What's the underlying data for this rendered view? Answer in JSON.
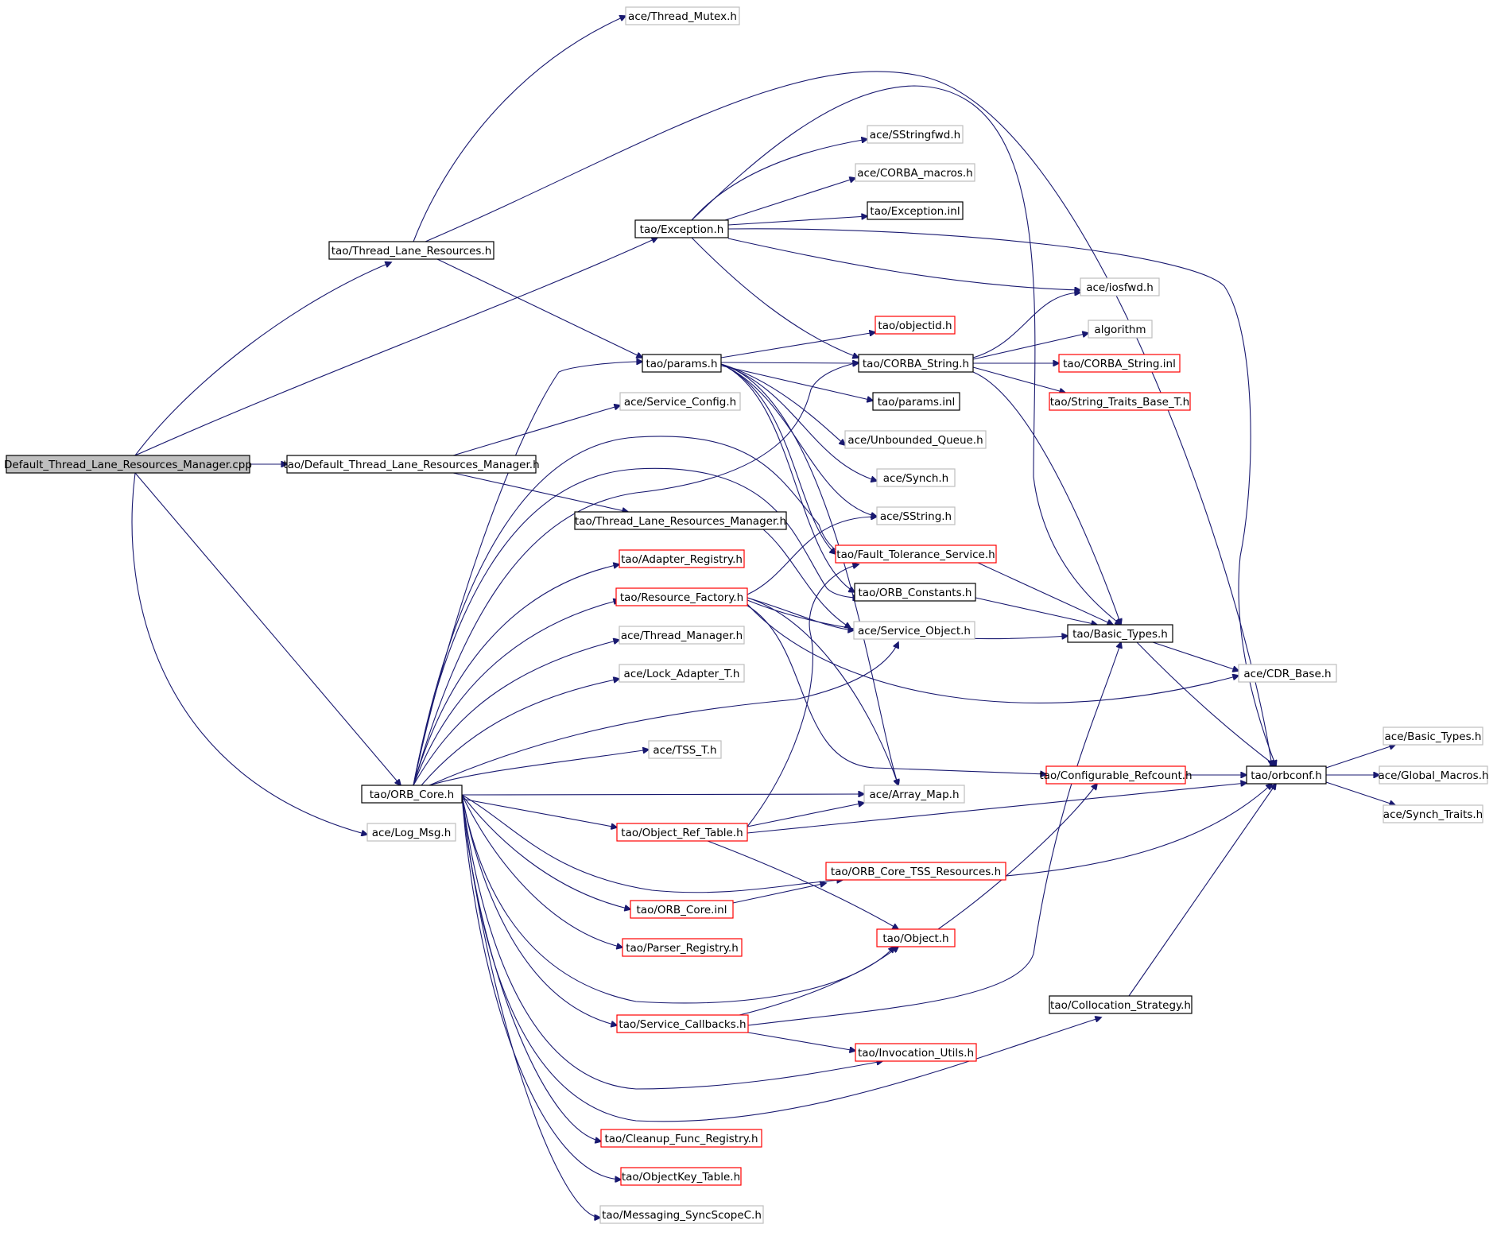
{
  "colors": {
    "edge": "#191970",
    "border_normal": "#000000",
    "border_external": "#bfbfbf",
    "border_truncated": "#ff0000",
    "root_fill": "#bfbfbf",
    "fill": "#ffffff"
  },
  "nodes": [
    {
      "id": "root",
      "label": "Default_Thread_Lane_Resources_Manager.cpp",
      "style": "root"
    },
    {
      "id": "tlr",
      "label": "tao/Thread_Lane_Resources.h",
      "style": "normal"
    },
    {
      "id": "dtlrm",
      "label": "tao/Default_Thread_Lane_Resources_Manager.h",
      "style": "normal"
    },
    {
      "id": "orbcore",
      "label": "tao/ORB_Core.h",
      "style": "normal"
    },
    {
      "id": "logmsg",
      "label": "ace/Log_Msg.h",
      "style": "external"
    },
    {
      "id": "mutex",
      "label": "ace/Thread_Mutex.h",
      "style": "external"
    },
    {
      "id": "exception",
      "label": "tao/Exception.h",
      "style": "normal"
    },
    {
      "id": "params",
      "label": "tao/params.h",
      "style": "normal"
    },
    {
      "id": "svcconfig",
      "label": "ace/Service_Config.h",
      "style": "external"
    },
    {
      "id": "tlrm",
      "label": "tao/Thread_Lane_Resources_Manager.h",
      "style": "normal"
    },
    {
      "id": "adapter",
      "label": "tao/Adapter_Registry.h",
      "style": "truncated"
    },
    {
      "id": "resfact",
      "label": "tao/Resource_Factory.h",
      "style": "truncated"
    },
    {
      "id": "thrmgr",
      "label": "ace/Thread_Manager.h",
      "style": "external"
    },
    {
      "id": "lockadapter",
      "label": "ace/Lock_Adapter_T.h",
      "style": "external"
    },
    {
      "id": "tss",
      "label": "ace/TSS_T.h",
      "style": "external"
    },
    {
      "id": "objreftable",
      "label": "tao/Object_Ref_Table.h",
      "style": "truncated"
    },
    {
      "id": "orbcoreinl",
      "label": "tao/ORB_Core.inl",
      "style": "truncated"
    },
    {
      "id": "parser",
      "label": "tao/Parser_Registry.h",
      "style": "truncated"
    },
    {
      "id": "svccb",
      "label": "tao/Service_Callbacks.h",
      "style": "truncated"
    },
    {
      "id": "cleanup",
      "label": "tao/Cleanup_Func_Registry.h",
      "style": "truncated"
    },
    {
      "id": "objkey",
      "label": "tao/ObjectKey_Table.h",
      "style": "truncated"
    },
    {
      "id": "syncscope",
      "label": "tao/Messaging_SyncScopeC.h",
      "style": "external"
    },
    {
      "id": "sstringfwd",
      "label": "ace/SStringfwd.h",
      "style": "external"
    },
    {
      "id": "corbamacros",
      "label": "ace/CORBA_macros.h",
      "style": "external"
    },
    {
      "id": "exceptioninl",
      "label": "tao/Exception.inl",
      "style": "normal"
    },
    {
      "id": "objectid",
      "label": "tao/objectid.h",
      "style": "truncated"
    },
    {
      "id": "corbastring",
      "label": "tao/CORBA_String.h",
      "style": "normal"
    },
    {
      "id": "paramsinl",
      "label": "tao/params.inl",
      "style": "normal"
    },
    {
      "id": "unbqueue",
      "label": "ace/Unbounded_Queue.h",
      "style": "external"
    },
    {
      "id": "synch",
      "label": "ace/Synch.h",
      "style": "external"
    },
    {
      "id": "sstring",
      "label": "ace/SString.h",
      "style": "external"
    },
    {
      "id": "ftservice",
      "label": "tao/Fault_Tolerance_Service.h",
      "style": "truncated"
    },
    {
      "id": "orbconst",
      "label": "tao/ORB_Constants.h",
      "style": "normal"
    },
    {
      "id": "svcobject",
      "label": "ace/Service_Object.h",
      "style": "external"
    },
    {
      "id": "arraymap",
      "label": "ace/Array_Map.h",
      "style": "external"
    },
    {
      "id": "orbcoretss",
      "label": "tao/ORB_Core_TSS_Resources.h",
      "style": "truncated"
    },
    {
      "id": "object",
      "label": "tao/Object.h",
      "style": "truncated"
    },
    {
      "id": "invutils",
      "label": "tao/Invocation_Utils.h",
      "style": "truncated"
    },
    {
      "id": "colloc",
      "label": "tao/Collocation_Strategy.h",
      "style": "normal"
    },
    {
      "id": "iosfwd",
      "label": "ace/iosfwd.h",
      "style": "external"
    },
    {
      "id": "algorithm",
      "label": "algorithm",
      "style": "external"
    },
    {
      "id": "corbastringinl",
      "label": "tao/CORBA_String.inl",
      "style": "truncated"
    },
    {
      "id": "strtraits",
      "label": "tao/String_Traits_Base_T.h",
      "style": "truncated"
    },
    {
      "id": "basictypes",
      "label": "tao/Basic_Types.h",
      "style": "normal"
    },
    {
      "id": "cdrbase",
      "label": "ace/CDR_Base.h",
      "style": "external"
    },
    {
      "id": "configref",
      "label": "tao/Configurable_Refcount.h",
      "style": "truncated"
    },
    {
      "id": "orbconf",
      "label": "tao/orbconf.h",
      "style": "normal"
    },
    {
      "id": "acebasic",
      "label": "ace/Basic_Types.h",
      "style": "external"
    },
    {
      "id": "globalmacros",
      "label": "ace/Global_Macros.h",
      "style": "external"
    },
    {
      "id": "synchtraits",
      "label": "ace/Synch_Traits.h",
      "style": "external"
    }
  ]
}
